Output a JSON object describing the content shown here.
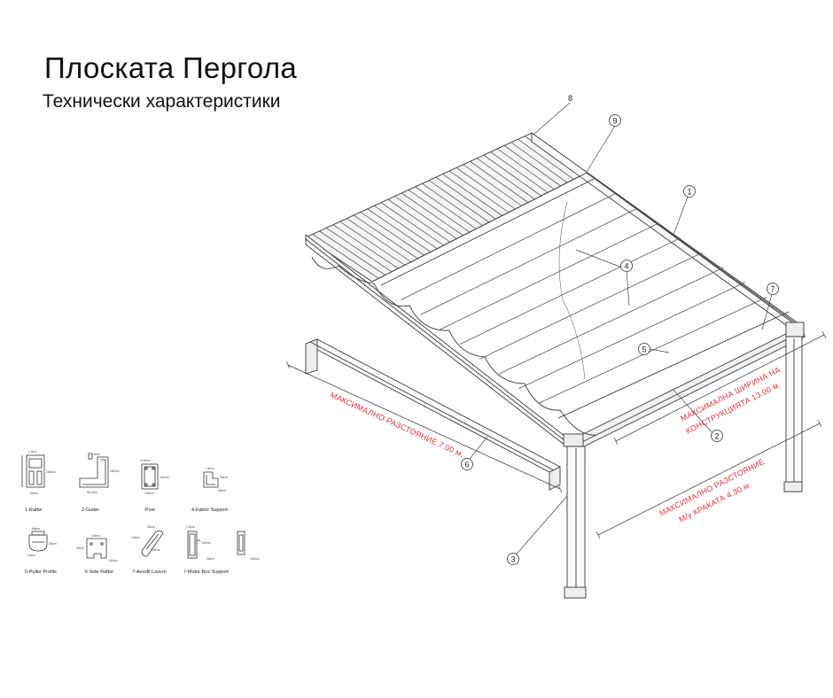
{
  "header": {
    "title": "Плоската Пергола",
    "subtitle": "Технически характеристики"
  },
  "callouts": [
    "8",
    "9",
    "1",
    "4",
    "7",
    "5",
    "2",
    "6",
    "3"
  ],
  "dimensions": {
    "length_line1": "МАКСИМАЛНО РАЗСТОЯНИЕ  7.00 м.",
    "width_line1": "МАКСИМАЛНА ШИРИНА НА",
    "width_line2": "КОНСТРУКЦИЯТА  13.00 м.",
    "legs_line1": "МАКСИМАЛНО РАЗСТОЯНИЕ",
    "legs_line2": "М/у КРАКАТА 4.30 м."
  },
  "profiles": [
    {
      "caption": "1-Rafter",
      "dims": [
        "1.2mm",
        "100mm",
        "60mm"
      ]
    },
    {
      "caption": "2-Gutter",
      "dims": [
        "1.5mm",
        "180mm",
        "96.1mm"
      ]
    },
    {
      "caption": "-Post",
      "dims": [
        "12.8mm",
        "150mm",
        "100mm"
      ]
    },
    {
      "caption": "4-Fabric Support",
      "dims": [
        "1.5mm",
        "30mm",
        "40mm"
      ]
    },
    {
      "caption": "5-Puller Profile",
      "dims": [
        "1.8mm",
        "50mm",
        "60mm"
      ]
    },
    {
      "caption": "6 Side Rafter",
      "dims": [
        "1.5mm",
        "90mm",
        "100mm"
      ]
    },
    {
      "caption": "7-Aerofil Louvre",
      "dims": [
        "1.8mm",
        "30mm",
        "200mm"
      ]
    },
    {
      "caption": "7-Motor Box Support",
      "dims": [
        "1.5mm",
        "120mm",
        "30mm",
        "100mm"
      ]
    }
  ],
  "colors": {
    "line": "#3a3a3a",
    "accent": "#e0343a"
  }
}
